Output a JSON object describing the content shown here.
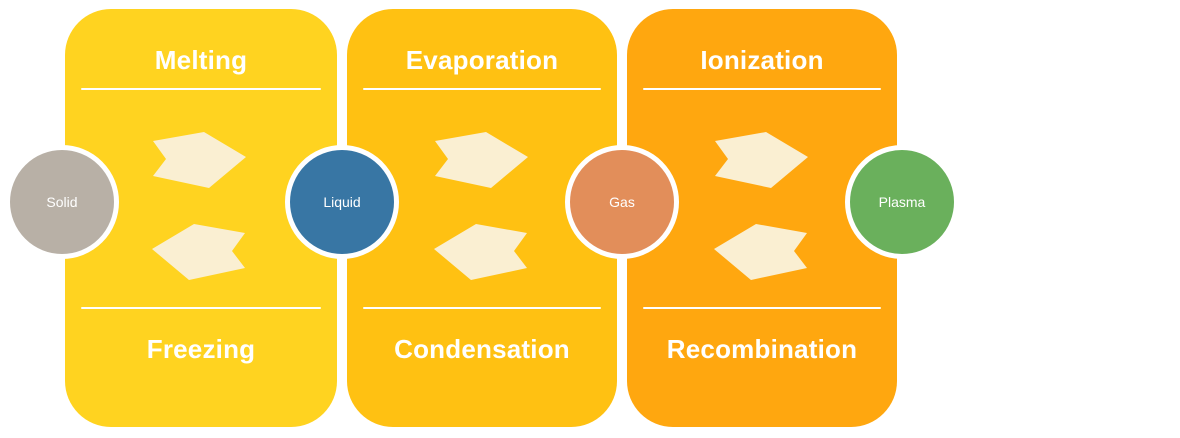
{
  "diagram": {
    "panels": [
      {
        "forward": "Melting",
        "reverse": "Freezing",
        "color": "#FFD320"
      },
      {
        "forward": "Evaporation",
        "reverse": "Condensation",
        "color": "#FFC112"
      },
      {
        "forward": "Ionization",
        "reverse": "Recombination",
        "color": "#FFA70F"
      }
    ],
    "states": [
      {
        "label": "Solid",
        "color": "#B8B0A6"
      },
      {
        "label": "Liquid",
        "color": "#3876A4"
      },
      {
        "label": "Gas",
        "color": "#E28E5A"
      },
      {
        "label": "Plasma",
        "color": "#6AB05C"
      }
    ],
    "arrow_color": "#FAEFD2",
    "divider_color": "#FFFFFF",
    "text_color": "#FFFFFF"
  }
}
